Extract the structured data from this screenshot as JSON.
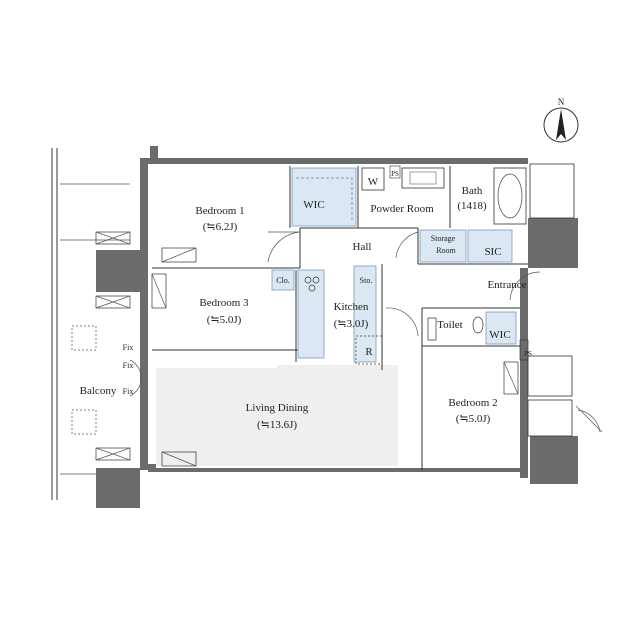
{
  "compass": {
    "label": "N"
  },
  "rooms": {
    "bedroom1": {
      "name": "Bedroom 1",
      "size": "(≒6.2J)"
    },
    "bedroom2": {
      "name": "Bedroom 2",
      "size": "(≒5.0J)"
    },
    "bedroom3": {
      "name": "Bedroom 3",
      "size": "(≒5.0J)"
    },
    "living": {
      "name": "Living Dining",
      "size": "(≒13.6J)"
    },
    "kitchen": {
      "name": "Kitchen",
      "size": "(≒3.0J)"
    },
    "hall": {
      "name": "Hall"
    },
    "powder": {
      "name": "Powder Room"
    },
    "bath": {
      "name": "Bath",
      "size": "(1418)"
    },
    "storage": {
      "line1": "Storage",
      "line2": "Room"
    },
    "sic": {
      "name": "SIC"
    },
    "entrance": {
      "name": "Entrance"
    },
    "toilet": {
      "name": "Toilet"
    },
    "wic1": {
      "name": "WIC"
    },
    "wic2": {
      "name": "WIC"
    },
    "clo": {
      "name": "Clo."
    },
    "sto": {
      "name": "Sto."
    },
    "balcony": {
      "name": "Balcony"
    }
  },
  "marks": {
    "fix1": "Fix",
    "fix2": "Fix",
    "fix3": "Fix",
    "ps1": "PS",
    "ps2": "PS",
    "washer": "W",
    "fridge": "R"
  }
}
